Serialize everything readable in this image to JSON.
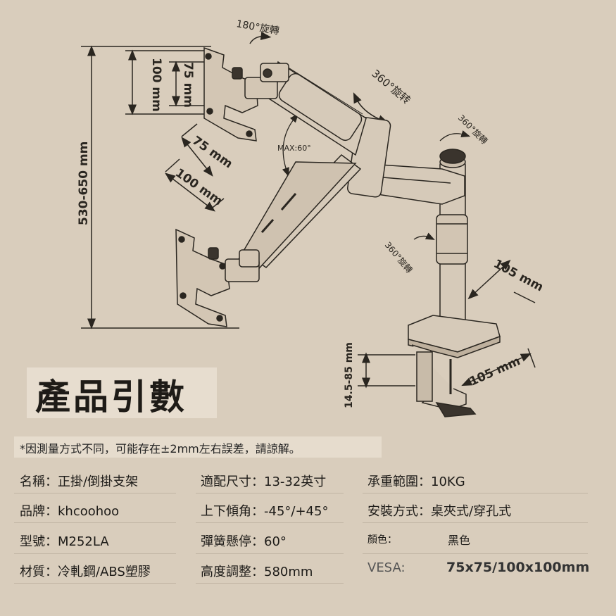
{
  "dimensions": {
    "rotate_180": "180°旋轉",
    "rotate_360": "360°旋转",
    "rotate_360_small_top": "360°旋轉",
    "rotate_360_small_bottom": "360°旋轉",
    "max_angle": "MAX:60°",
    "height_range": "530-650 mm",
    "vesa_100_vertical": "100 mm",
    "vesa_75_vertical": "75 mm",
    "vesa_75_horizontal": "75 mm",
    "vesa_100_horizontal": "100 mm",
    "base_105_top": "105 mm",
    "base_105_bottom": "105 mm",
    "clamp_thickness": "14.5-85 mm"
  },
  "title": "產品引數",
  "note": "*因測量方式不同，可能存在±2mm左右誤差，請諒解。",
  "specs": {
    "col1": [
      "名稱：正掛/倒掛支架",
      "品牌：khcoohoo",
      "型號：M252LA",
      "材質：冷軋鋼/ABS塑膠"
    ],
    "col2": [
      "適配尺寸：13-32英寸",
      "上下傾角：-45°/+45°",
      "彈簧懸停：60°",
      "高度調整：580mm"
    ],
    "col3": [
      "承重範圍：10KG",
      "安裝方式：桌夾式/穿孔式"
    ],
    "color_label": "顏色：",
    "color_value": "黑色",
    "vesa_label": "VESA:",
    "vesa_value": "75x75/100x100mm"
  },
  "colors": {
    "background": "#d9cdbc",
    "line": "#2a2620"
  }
}
